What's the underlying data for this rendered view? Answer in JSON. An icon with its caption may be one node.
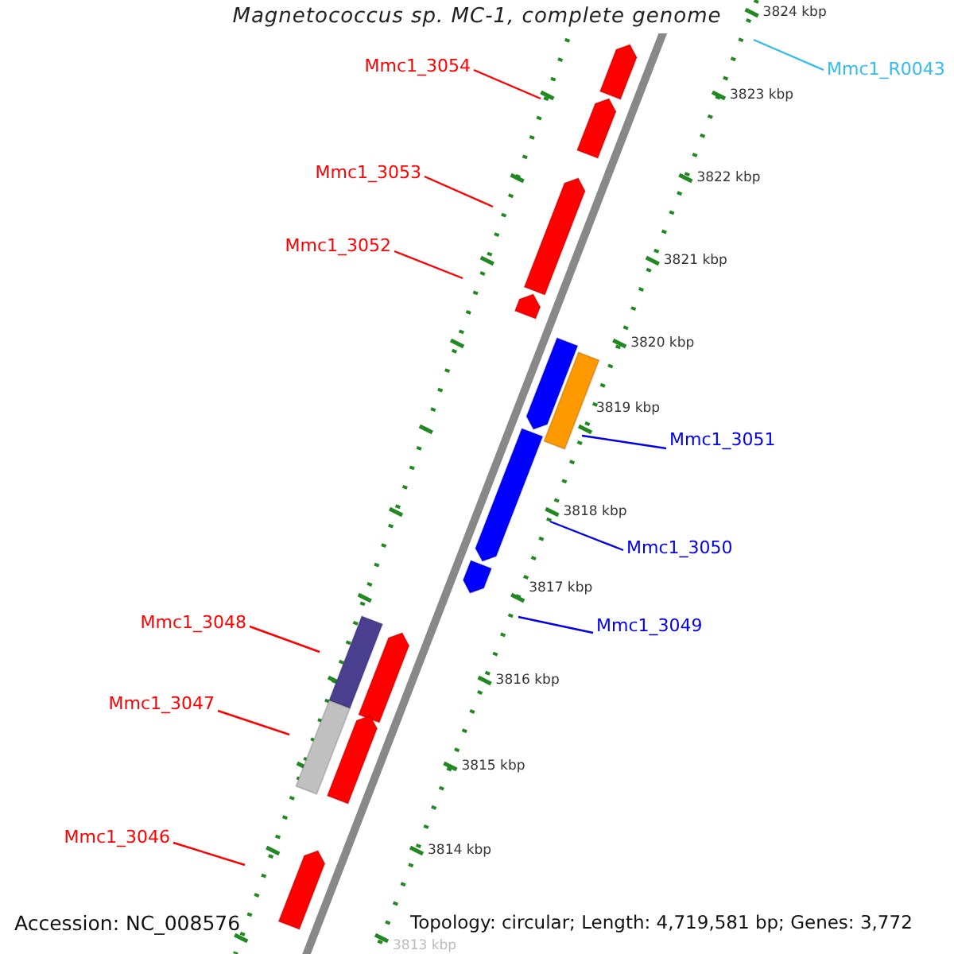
{
  "diagram": {
    "title": "Magnetococcus sp. MC-1, complete genome",
    "nodes": [
      {
        "text": [
          "Mmc1_3054"
        ]
      },
      {
        "text": [
          "Mmc1_R0043"
        ]
      },
      {
        "text": [
          "Mmc1_3053"
        ]
      },
      {
        "text": [
          "Mmc1_3052"
        ]
      },
      {
        "text": [
          "Mmc1_3051"
        ]
      },
      {
        "text": [
          "Mmc1_3050"
        ]
      },
      {
        "text": [
          "Mmc1_3049"
        ]
      },
      {
        "text": [
          "Mmc1_3048"
        ]
      },
      {
        "text": [
          "Mmc1_3047"
        ]
      },
      {
        "text": [
          "Mmc1_3046"
        ]
      }
    ],
    "edges": [
      {
        "from": 0,
        "to": null,
        "arrow": "none"
      },
      {
        "from": 1,
        "to": null,
        "arrow": "none",
        "color": "#33bbee"
      },
      {
        "from": 2,
        "to": null,
        "arrow": "none"
      },
      {
        "from": 3,
        "to": null,
        "arrow": "none"
      },
      {
        "from": 4,
        "to": null,
        "arrow": "none",
        "color": "#0000ee"
      },
      {
        "from": 5,
        "to": null,
        "arrow": "none",
        "color": "#0000ee"
      },
      {
        "from": 6,
        "to": null,
        "arrow": "none",
        "color": "#0000ee"
      },
      {
        "from": 7,
        "to": null,
        "arrow": "none"
      },
      {
        "from": 8,
        "to": null,
        "arrow": "none"
      },
      {
        "from": 9,
        "to": null,
        "arrow": "none"
      }
    ],
    "labels": [
      "3824 kbp",
      "3823 kbp",
      "3822 kbp",
      "3821 kbp",
      "3820 kbp",
      "3819 kbp",
      "3818 kbp",
      "3817 kbp",
      "3816 kbp",
      "3815 kbp",
      "3814 kbp",
      "3813 kbp",
      "Accession: NC_008576",
      "Topology: circular; Length: 4,719,581 bp; Genes: 3,772"
    ]
  }
}
